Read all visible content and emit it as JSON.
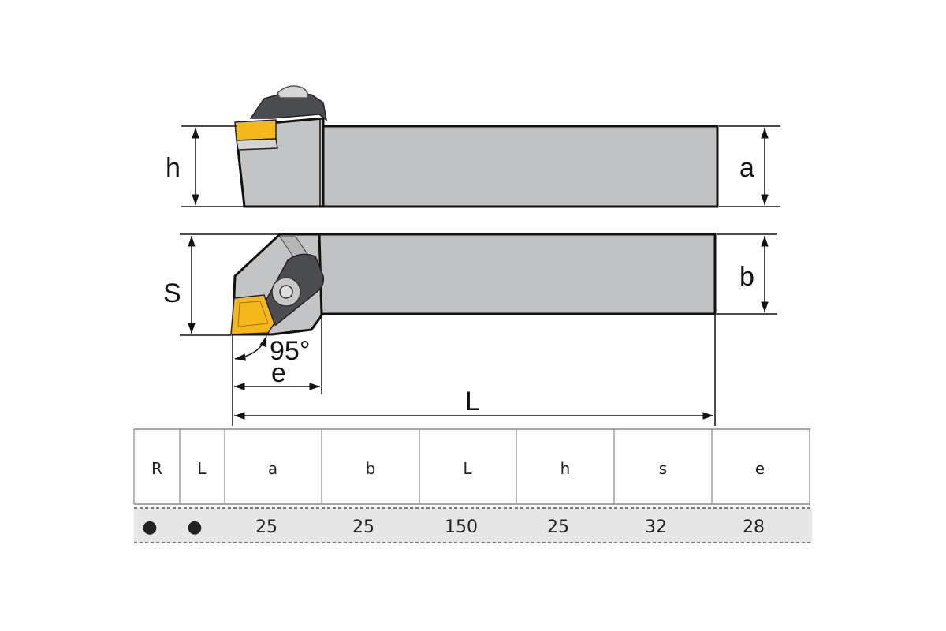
{
  "drawing": {
    "labels": {
      "h": "h",
      "a": "a",
      "S": "S",
      "b": "b",
      "angle": "95°",
      "e": "e",
      "L": "L"
    },
    "colors": {
      "body": "#c0c1c3",
      "insert": "#f5b81c",
      "clamp": "#4a4c50",
      "outline": "#111111",
      "row_bg": "#e6e6e7"
    }
  },
  "table": {
    "headers": [
      "R",
      "L",
      "a",
      "b",
      "L",
      "h",
      "s",
      "e"
    ],
    "row": [
      "●",
      "●",
      "25",
      "25",
      "150",
      "25",
      "32",
      "28"
    ]
  }
}
